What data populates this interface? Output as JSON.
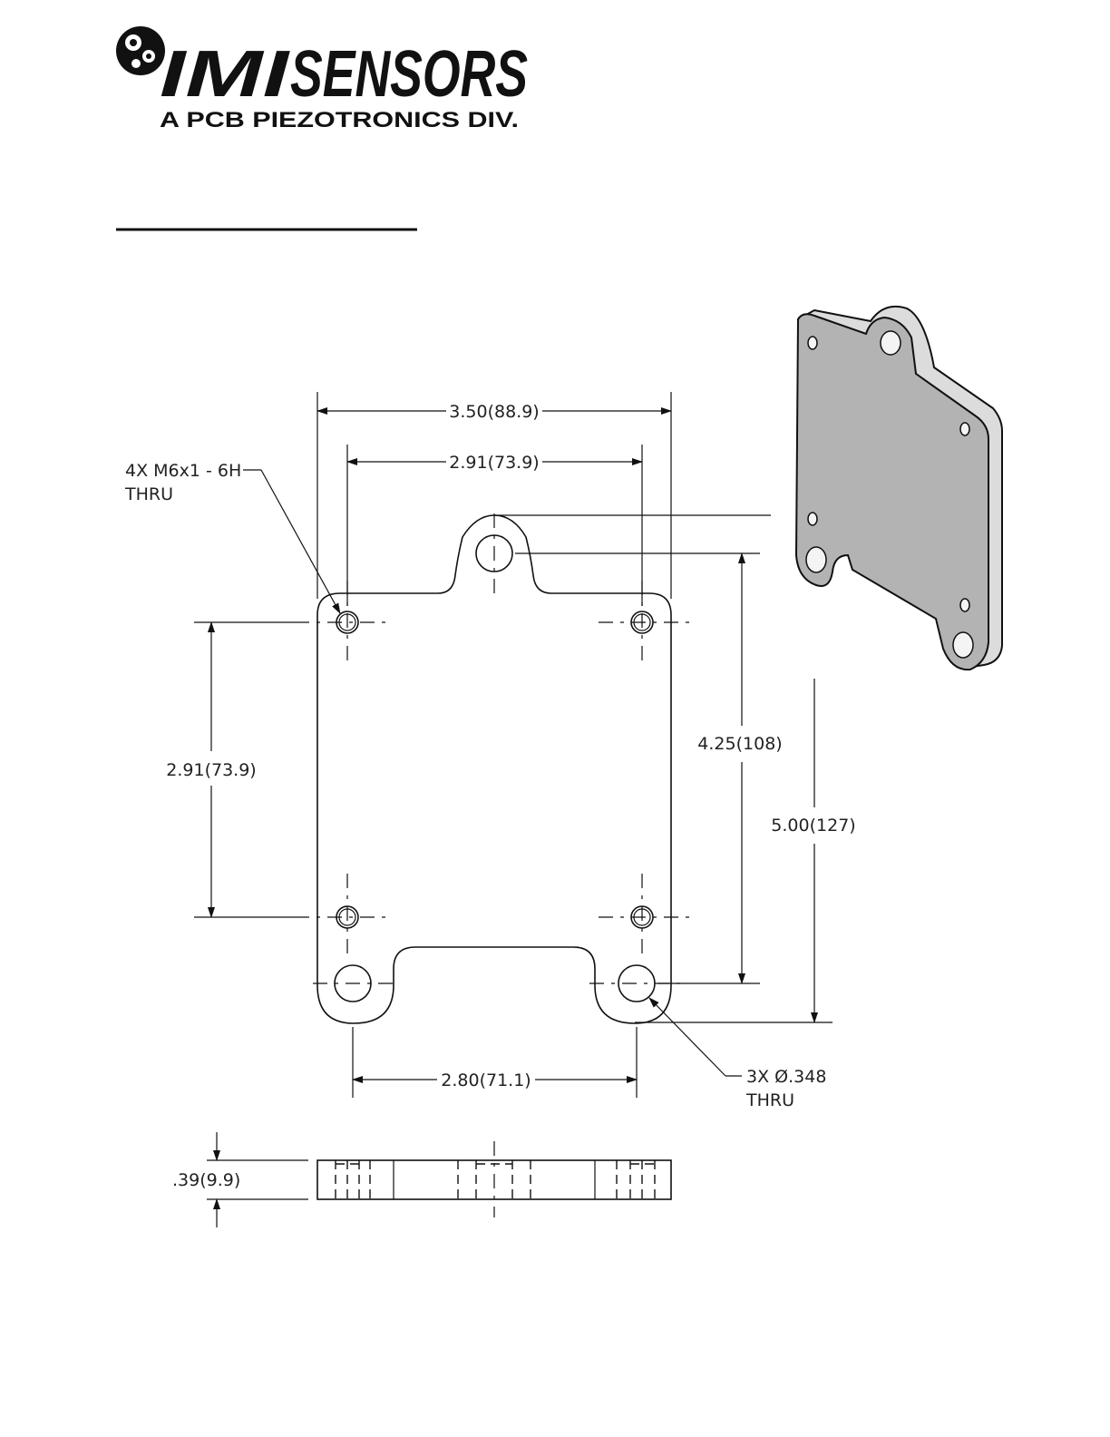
{
  "header": {
    "brand_left": "IMI",
    "brand_right": "SENSORS",
    "division": "A PCB PIEZOTRONICS DIV."
  },
  "dimensions": {
    "overall_width": "3.50(88.9)",
    "hole_spacing_width": "2.91(73.9)",
    "hole_spacing_height": "2.91(73.9)",
    "mount_hole_height": "4.25(108)",
    "overall_height": "5.00(127)",
    "bottom_hole_spacing": "2.80(71.1)",
    "thickness": ".39(9.9)"
  },
  "callouts": {
    "tapped_holes_line1": "4X M6x1 - 6H",
    "tapped_holes_line2": "THRU",
    "thru_holes_line1": "3X Ø.348",
    "thru_holes_line2": "THRU"
  },
  "colors": {
    "line": "#111111",
    "iso_face": "#b3b3b3",
    "iso_edge": "#dcdcdc"
  }
}
